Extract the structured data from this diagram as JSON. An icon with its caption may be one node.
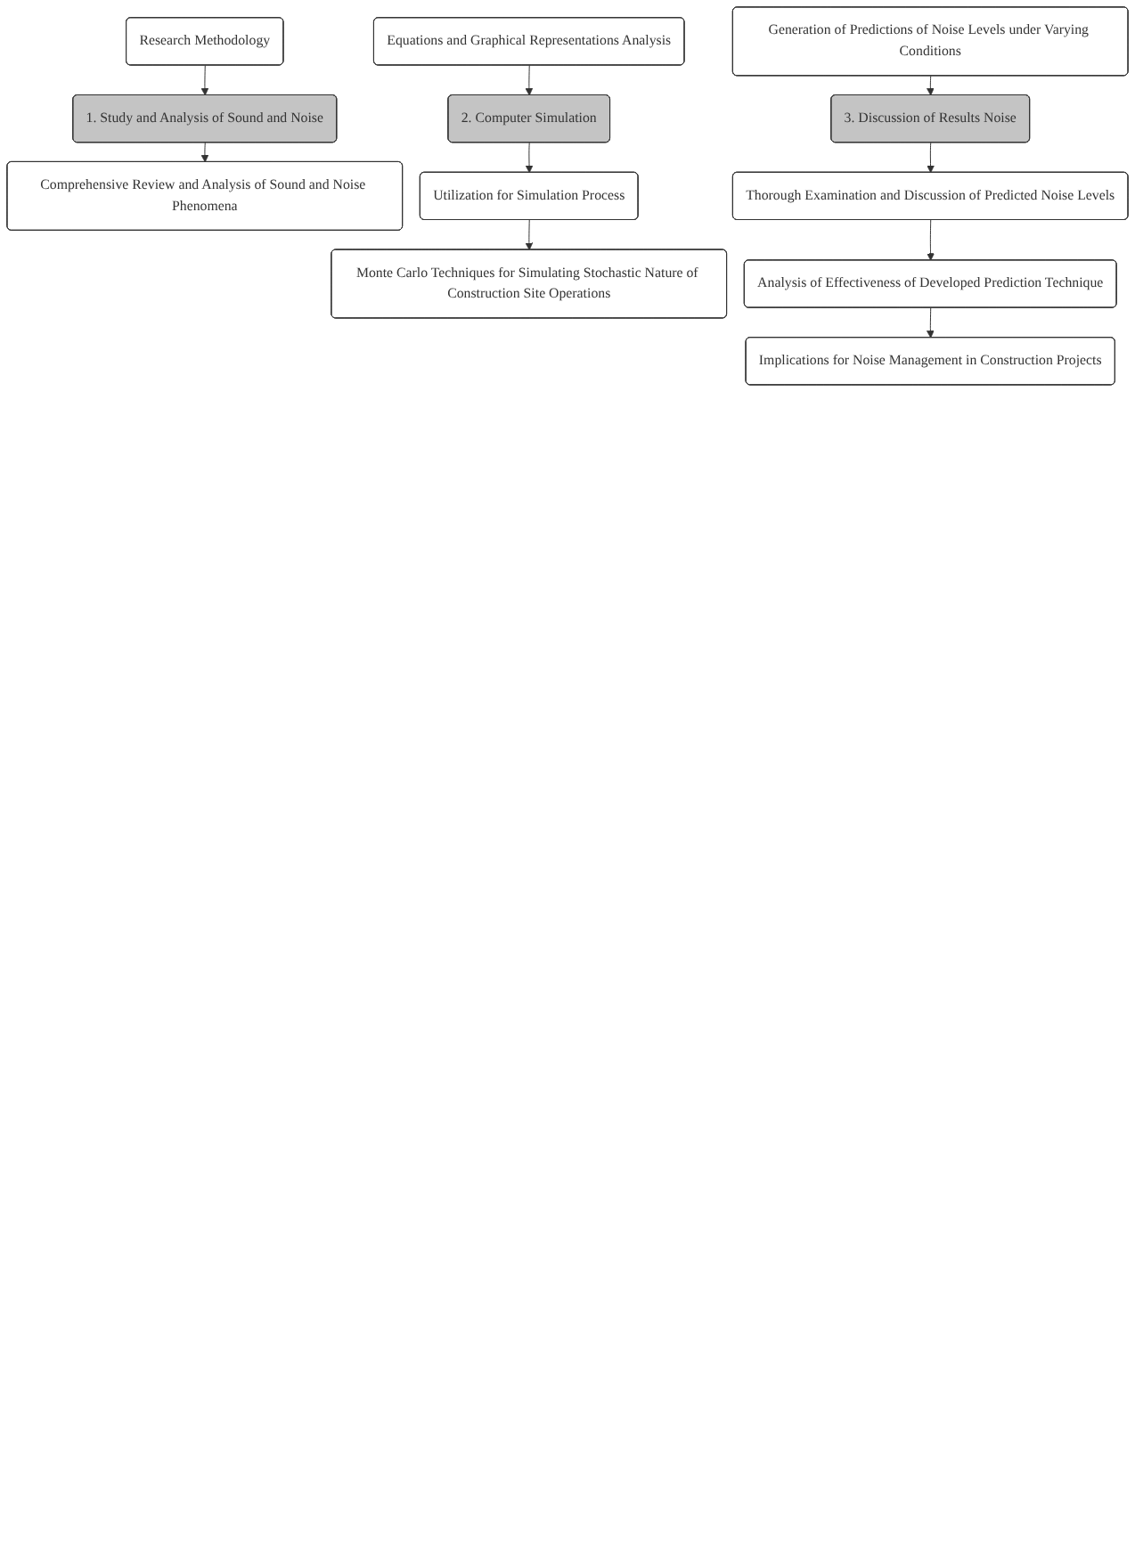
{
  "diagram": {
    "nodes": [
      {
        "text": [
          "Research Methodology"
        ]
      },
      {
        "text": [
          "1. Study and Analysis of Sound and Noise"
        ]
      },
      {
        "text": [
          "Comprehensive Review and Analysis of Sound and Noise Phenomena"
        ]
      },
      {
        "text": [
          "Equations and Graphical Representations Analysis"
        ]
      },
      {
        "text": [
          "2. Computer Simulation"
        ]
      },
      {
        "text": [
          "Utilization for Simulation Process"
        ]
      },
      {
        "text": [
          "Monte Carlo Techniques for Simulating Stochastic Nature of Construction Site Operations"
        ]
      },
      {
        "text": [
          "Generation of Predictions of Noise Levels under Varying Conditions"
        ]
      },
      {
        "text": [
          "3. Discussion of  Results  Noise"
        ]
      },
      {
        "text": [
          "Thorough Examination and Discussion of Predicted Noise Levels"
        ]
      },
      {
        "text": [
          "Analysis of Effectiveness of Developed Prediction Technique"
        ]
      },
      {
        "text": [
          "Implications for Noise Management in Construction Projects"
        ]
      }
    ],
    "edges": [
      {
        "from": 0,
        "to": 1,
        "arrow": "to"
      },
      {
        "from": 1,
        "to": 2,
        "arrow": "to"
      },
      {
        "from": 3,
        "to": 4,
        "arrow": "to"
      },
      {
        "from": 4,
        "to": 5,
        "arrow": "to"
      },
      {
        "from": 5,
        "to": 6,
        "arrow": "to"
      },
      {
        "from": 7,
        "to": 8,
        "arrow": "to"
      },
      {
        "from": 8,
        "to": 9,
        "arrow": "to"
      },
      {
        "from": 9,
        "to": 10,
        "arrow": "to"
      },
      {
        "from": 10,
        "to": 11,
        "arrow": "to"
      }
    ]
  }
}
